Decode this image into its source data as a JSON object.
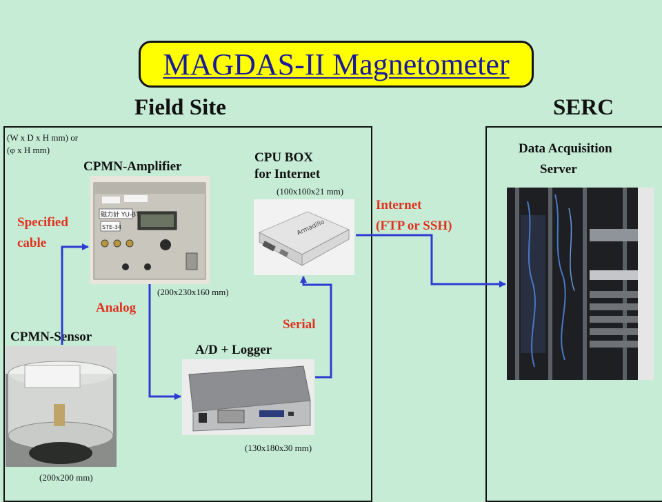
{
  "title": "MAGDAS-II Magnetometer",
  "field_site_heading": "Field Site",
  "serc_heading": "SERC",
  "dimension_note": {
    "line1": "(W x D x H mm)  or",
    "line2": "(φ x H mm)"
  },
  "amplifier": {
    "label": "CPMN-Amplifier",
    "size": "(200x230x160 mm)",
    "panel_text_1": "磁力計 YU-BT",
    "panel_text_2": "STE-34"
  },
  "cpu_box": {
    "label_line1": "CPU BOX",
    "label_line2": "for Internet",
    "size": "(100x100x21 mm)",
    "brand": "Armadillo"
  },
  "sensor": {
    "label": "CPMN-Sensor",
    "size": "(200x200 mm)"
  },
  "logger": {
    "label": "A/D + Logger",
    "size": "(130x180x30 mm)"
  },
  "server": {
    "label_line1": "Data Acquisition",
    "label_line2": "Server"
  },
  "links": {
    "specified_cable_line1": "Specified",
    "specified_cable_line2": "cable",
    "analog": "Analog",
    "serial": "Serial",
    "internet_line1": "Internet",
    "internet_line2": "(FTP or SSH)"
  },
  "colors": {
    "background": "#c6ecd6",
    "title_fill": "#ffff00",
    "title_text": "#1a1a9c",
    "link_label": "#e0321e",
    "connector": "#2e3bd1"
  }
}
